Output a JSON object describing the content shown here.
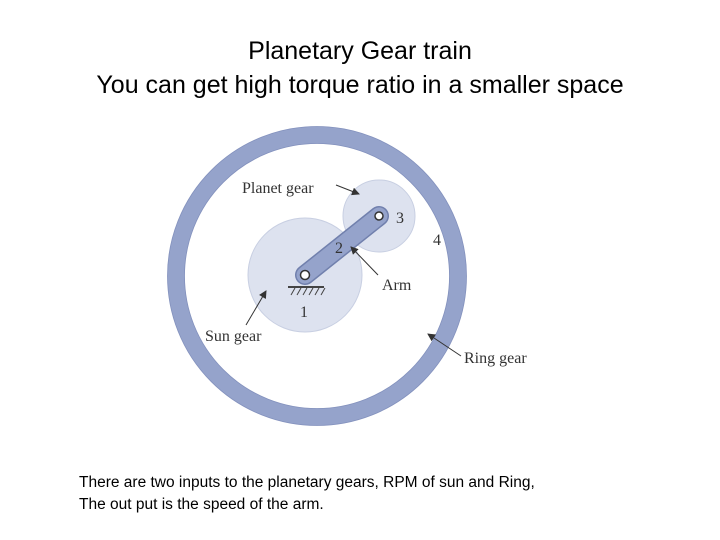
{
  "title": {
    "line1": "Planetary Gear train",
    "line2": "You can get high torque ratio in a smaller space"
  },
  "diagram": {
    "labels": {
      "planet_gear": "Planet gear",
      "arm": "Arm",
      "sun_gear": "Sun gear",
      "ring_gear": "Ring gear"
    },
    "numbers": {
      "sun": "1",
      "arm": "2",
      "planet": "3",
      "ring": "4"
    },
    "colors": {
      "ring": "#95a3cb",
      "gear_fill": "#dde2ef",
      "arm_fill": "#95a3cb",
      "outline": "#6f7fae"
    }
  },
  "caption": {
    "line1": "There are two inputs to the planetary gears, RPM of sun and Ring,",
    "line2": "The out put is the speed of the arm."
  }
}
